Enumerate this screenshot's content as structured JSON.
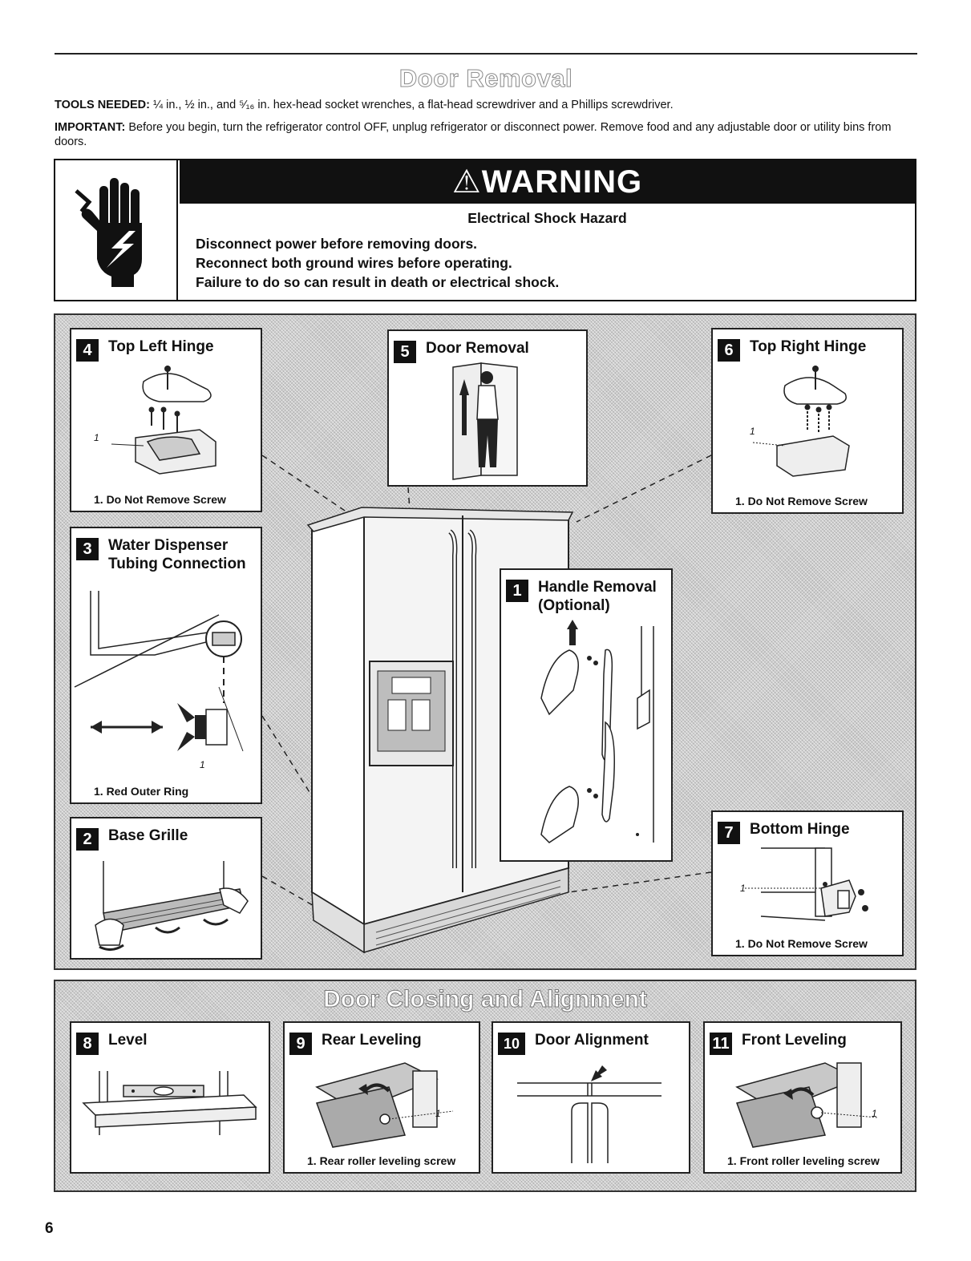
{
  "page": {
    "title": "Door Removal",
    "page_number": "6"
  },
  "intro": {
    "tools_label": "TOOLS NEEDED:",
    "tools_text": " ¼ in., ½ in., and ⁵⁄₁₆ in. hex-head socket wrenches, a flat-head screwdriver and a Phillips screwdriver.",
    "important_label": "IMPORTANT:",
    "important_text": " Before you begin, turn the refrigerator control OFF, unplug refrigerator or disconnect power. Remove food and any adjustable door or utility bins from doors."
  },
  "warning": {
    "icon": "electrical-shock-hand-icon",
    "heading": "WARNING",
    "subheading": "Electrical Shock Hazard",
    "lines": [
      "Disconnect power before removing doors.",
      "Reconnect both ground wires before operating.",
      "Failure to do so can result in death or electrical shock."
    ]
  },
  "steps": {
    "s1": {
      "num": "1",
      "title_line1": "Handle Removal",
      "title_line2": "(Optional)"
    },
    "s2": {
      "num": "2",
      "title": "Base Grille"
    },
    "s3": {
      "num": "3",
      "title_line1": "Water Dispenser",
      "title_line2": "Tubing Connection",
      "caption": "1. Red Outer Ring",
      "callout": "1"
    },
    "s4": {
      "num": "4",
      "title": "Top Left Hinge",
      "caption": "1. Do Not Remove Screw",
      "callout": "1"
    },
    "s5": {
      "num": "5",
      "title": "Door Removal"
    },
    "s6": {
      "num": "6",
      "title": "Top Right Hinge",
      "caption": "1. Do Not Remove Screw",
      "callout": "1"
    },
    "s7": {
      "num": "7",
      "title": "Bottom Hinge",
      "caption": "1. Do Not Remove Screw",
      "callout": "1"
    }
  },
  "alignment": {
    "title": "Door Closing and Alignment",
    "s8": {
      "num": "8",
      "title": "Level"
    },
    "s9": {
      "num": "9",
      "title": "Rear Leveling",
      "caption": "1. Rear roller leveling screw",
      "callout": "1"
    },
    "s10": {
      "num": "10",
      "title": "Door Alignment"
    },
    "s11": {
      "num": "11",
      "title": "Front Leveling",
      "caption": "1. Front roller leveling screw",
      "callout": "1"
    }
  }
}
